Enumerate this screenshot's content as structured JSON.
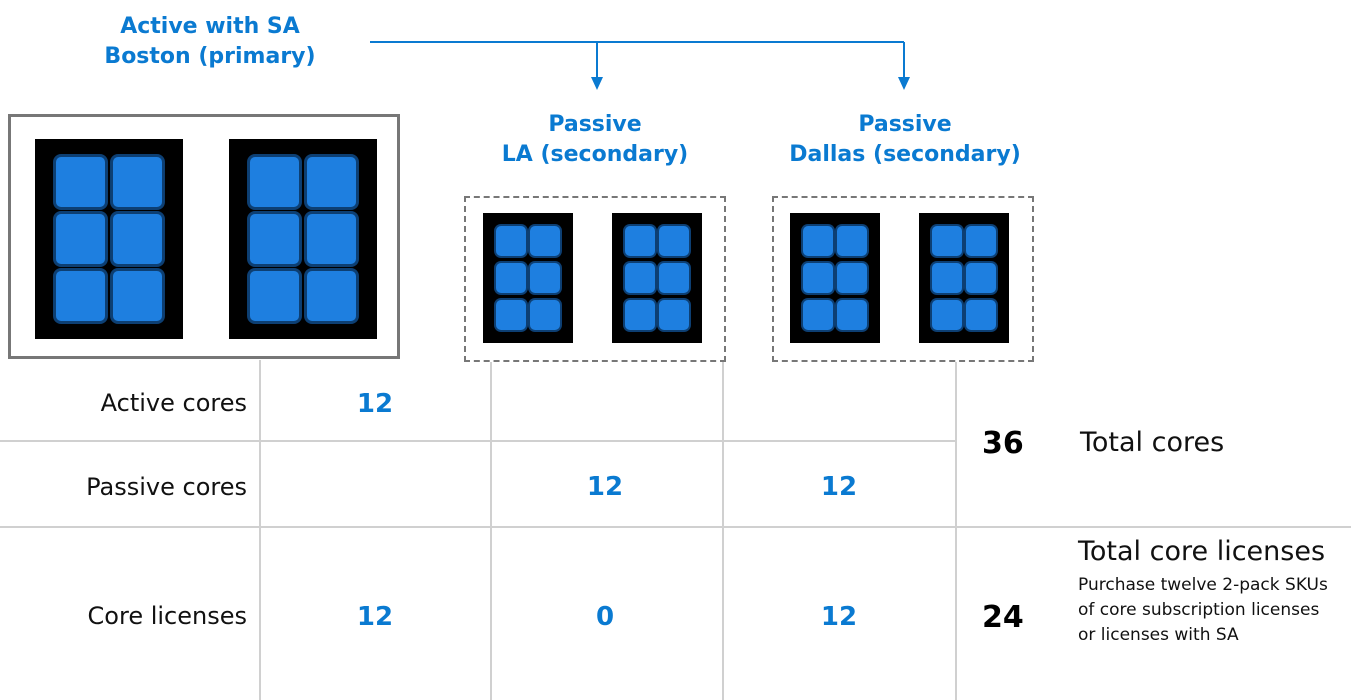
{
  "colors": {
    "accent": "#0a7ad1",
    "chip": "#1e7fe0",
    "server": "#000000",
    "grid": "#d0d0d0",
    "primary_border": "#777777",
    "secondary_border": "#777777"
  },
  "sites": [
    {
      "id": "boston",
      "line1": "Active with SA",
      "line2": "Boston (primary)"
    },
    {
      "id": "la",
      "line1": "Passive",
      "line2": "LA (secondary)"
    },
    {
      "id": "dallas",
      "line1": "Passive",
      "line2": "Dallas (secondary)"
    }
  ],
  "rows": [
    {
      "label": "Active cores",
      "values": [
        "12",
        "",
        ""
      ]
    },
    {
      "label": "Passive cores",
      "values": [
        "",
        "12",
        "12"
      ]
    },
    {
      "label": "Core licenses",
      "values": [
        "12",
        "0",
        "12"
      ]
    }
  ],
  "totals": {
    "cores_value": "36",
    "cores_label": "Total cores",
    "licenses_value": "24",
    "licenses_label": "Total core licenses",
    "licenses_note": "Purchase twelve 2-pack SKUs of core subscription licenses or licenses with SA"
  },
  "icons": {
    "server": "server-icon",
    "processor": "cpu-chip-icon",
    "arrow": "arrow-down-icon"
  }
}
